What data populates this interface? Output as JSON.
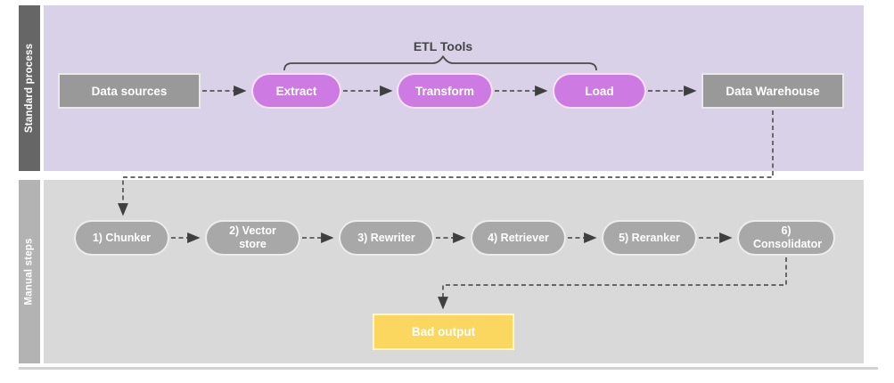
{
  "lanes": {
    "standard": {
      "label": "Standard process"
    },
    "manual": {
      "label": "Manual steps"
    }
  },
  "group": {
    "label": "ETL Tools"
  },
  "nodes": {
    "data_sources": "Data sources",
    "extract": "Extract",
    "transform": "Transform",
    "load": "Load",
    "data_warehouse": "Data Warehouse",
    "chunker": "1) Chunker",
    "vector_store": "2) Vector store",
    "rewriter": "3) Rewriter",
    "retriever": "4) Retriever",
    "reranker": "5) Reranker",
    "consolidator": "6) Consolidator",
    "bad_output": "Bad output"
  },
  "colors": {
    "standard_lane_bg": "#d8d1e8",
    "standard_bar_bg": "#666666",
    "manual_lane_bg": "#d9d9d9",
    "manual_bar_bg": "#b3b3b3",
    "etl_pill": "#cd7be2",
    "gray_box": "#999999",
    "manual_pill": "#a8a8a8",
    "bad_output_bg": "#fbd75f",
    "connector": "#555555",
    "label_text": "#454545"
  }
}
